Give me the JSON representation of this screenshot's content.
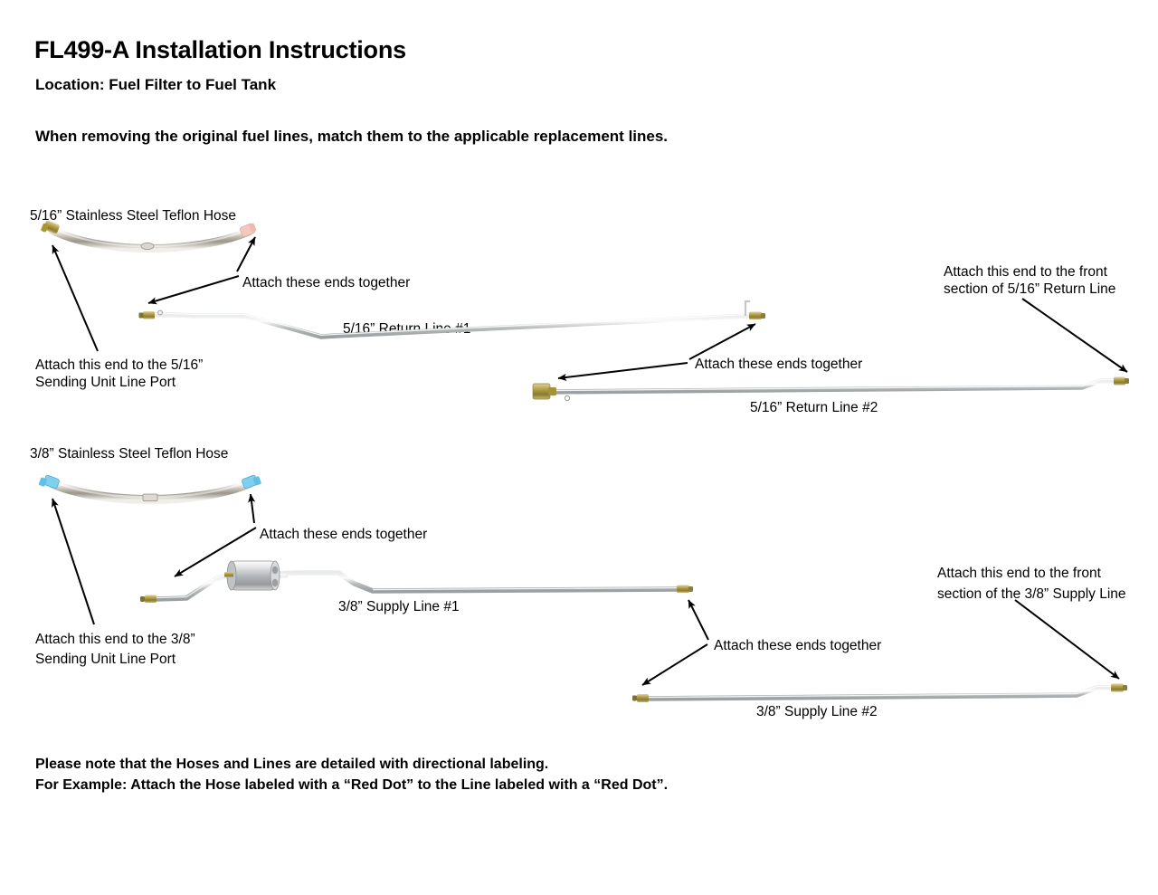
{
  "document": {
    "title": "FL499-A Installation Instructions",
    "subtitle": "Location: Fuel Filter to Fuel Tank",
    "instruction": "When removing the original fuel lines, match them to the applicable replacement lines.",
    "footnote_line1": "Please note that the Hoses and Lines are detailed with directional labeling.",
    "footnote_line2": "For Example: Attach the Hose labeled with a “Red Dot” to the Line labeled with a “Red Dot”."
  },
  "section_516": {
    "hose_label": "5/16” Stainless Steel Teflon Hose",
    "line1_label": "5/16” Return Line #1",
    "line2_label": "5/16” Return Line #2",
    "anno_attach_hose_to_line": "Attach these ends together",
    "anno_attach_line1_to_line2": "Attach these ends together",
    "anno_sending_unit_l1": "Attach this end to the 5/16”",
    "anno_sending_unit_l2": "Sending Unit Line Port",
    "anno_front_section_l1": "Attach this end to the front",
    "anno_front_section_l2": "section of 5/16” Return Line",
    "hose_fitting_left_color": "#b79a27",
    "hose_fitting_right_color": "#f2c4bd"
  },
  "section_38": {
    "hose_label": "3/8” Stainless Steel Teflon Hose",
    "line1_label": "3/8” Supply Line #1",
    "line2_label": "3/8” Supply Line #2",
    "anno_attach_hose_to_line": "Attach these ends together",
    "anno_attach_line1_to_line2": "Attach these ends together",
    "anno_sending_unit_l1": "Attach this end to the 3/8”",
    "anno_sending_unit_l2": "Sending Unit Line Port",
    "anno_front_section_l1": "Attach this end to the front",
    "anno_front_section_l2": "section of the 3/8” Supply Line",
    "hose_fitting_left_color": "#6fc7e8",
    "hose_fitting_right_color": "#6fc7e8"
  },
  "colors": {
    "page_background": "#ffffff",
    "text": "#000000",
    "steel_tube": "#b9bcbd",
    "steel_tube_highlight": "#f4f5f5",
    "brass_fitting": "#9a8840",
    "filter_body": "#c9cacb",
    "arrow": "#000000"
  },
  "icons": {
    "arrow": "annotation-arrow",
    "hose": "braided-hose",
    "tube": "steel-fuel-line",
    "filter": "inline-fuel-filter"
  }
}
